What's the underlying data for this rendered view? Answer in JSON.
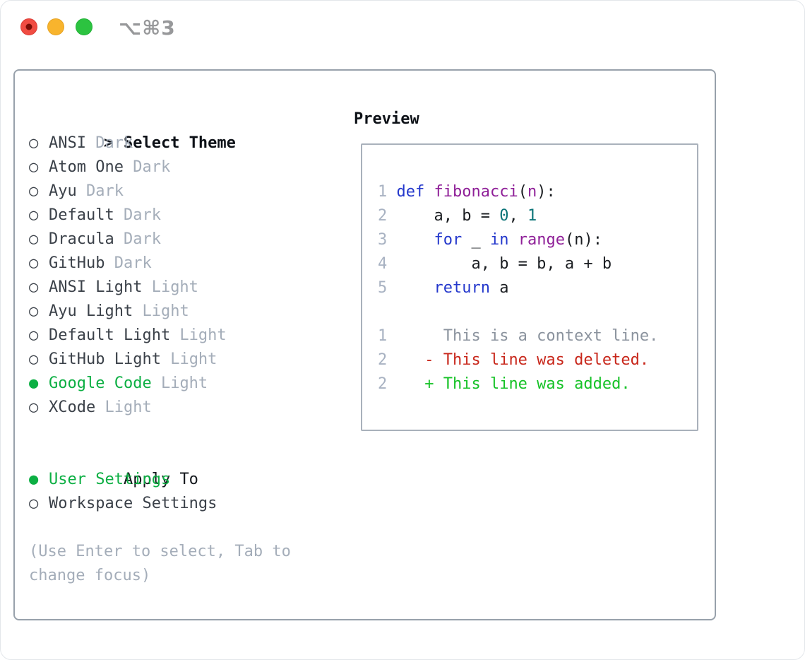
{
  "window": {
    "shortcut_label": "⌥⌘3",
    "traffic_lights": [
      "close",
      "minimize",
      "zoom"
    ]
  },
  "theme_list": {
    "title": "Select Theme",
    "title_marker": ">",
    "unselected_marker": "○",
    "selected_marker": "●",
    "items": [
      {
        "name": "ANSI",
        "variant": "Dark",
        "selected": false
      },
      {
        "name": "Atom One",
        "variant": "Dark",
        "selected": false
      },
      {
        "name": "Ayu",
        "variant": "Dark",
        "selected": false
      },
      {
        "name": "Default",
        "variant": "Dark",
        "selected": false
      },
      {
        "name": "Dracula",
        "variant": "Dark",
        "selected": false
      },
      {
        "name": "GitHub",
        "variant": "Dark",
        "selected": false
      },
      {
        "name": "ANSI Light",
        "variant": "Light",
        "selected": false
      },
      {
        "name": "Ayu Light",
        "variant": "Light",
        "selected": false
      },
      {
        "name": "Default Light",
        "variant": "Light",
        "selected": false
      },
      {
        "name": "GitHub Light",
        "variant": "Light",
        "selected": false
      },
      {
        "name": "Google Code",
        "variant": "Light",
        "selected": true
      },
      {
        "name": "XCode",
        "variant": "Light",
        "selected": false
      }
    ]
  },
  "apply_to": {
    "title": "Apply To",
    "options": [
      {
        "name": "User Settings",
        "selected": true
      },
      {
        "name": "Workspace Settings",
        "selected": false
      }
    ]
  },
  "help_lines": [
    "(Use Enter to select, Tab to",
    "change focus)"
  ],
  "preview": {
    "title": "Preview",
    "lines": [
      {
        "tokens": [
          {
            "t": "1 ",
            "c": "ln"
          },
          {
            "t": "def",
            "c": "kw"
          },
          {
            "t": " ",
            "c": "plain"
          },
          {
            "t": "fibonacci",
            "c": "fn"
          },
          {
            "t": "(",
            "c": "plain"
          },
          {
            "t": "n",
            "c": "fn"
          },
          {
            "t": "):",
            "c": "plain"
          }
        ]
      },
      {
        "tokens": [
          {
            "t": "2 ",
            "c": "ln"
          },
          {
            "t": "    a, b = ",
            "c": "plain"
          },
          {
            "t": "0",
            "c": "num"
          },
          {
            "t": ", ",
            "c": "plain"
          },
          {
            "t": "1",
            "c": "num"
          }
        ]
      },
      {
        "tokens": [
          {
            "t": "3 ",
            "c": "ln"
          },
          {
            "t": "    ",
            "c": "plain"
          },
          {
            "t": "for",
            "c": "kw"
          },
          {
            "t": " _ ",
            "c": "plain"
          },
          {
            "t": "in",
            "c": "kw"
          },
          {
            "t": " ",
            "c": "plain"
          },
          {
            "t": "range",
            "c": "fn"
          },
          {
            "t": "(n):",
            "c": "plain"
          }
        ]
      },
      {
        "tokens": [
          {
            "t": "4 ",
            "c": "ln"
          },
          {
            "t": "        a, b = b, a + b",
            "c": "plain"
          }
        ]
      },
      {
        "tokens": [
          {
            "t": "5 ",
            "c": "ln"
          },
          {
            "t": "    ",
            "c": "plain"
          },
          {
            "t": "return",
            "c": "kw"
          },
          {
            "t": " a",
            "c": "plain"
          }
        ]
      },
      {
        "tokens": []
      },
      {
        "tokens": [
          {
            "t": "1 ",
            "c": "ln"
          },
          {
            "t": "     This is a context line.",
            "c": "ctx"
          }
        ]
      },
      {
        "tokens": [
          {
            "t": "2 ",
            "c": "ln"
          },
          {
            "t": "   - This line was deleted.",
            "c": "del"
          }
        ]
      },
      {
        "tokens": [
          {
            "t": "2 ",
            "c": "ln"
          },
          {
            "t": "   + This line was added.",
            "c": "add"
          }
        ]
      }
    ]
  },
  "colors": {
    "selection_green": "#0caf43",
    "added_green": "#15c226",
    "deleted_red": "#c8271b",
    "keyword_blue": "#2438cc",
    "function_purple": "#8f2098",
    "number_teal": "#0b7478",
    "muted_gray": "#a4adb9",
    "line_number_gray": "#a8b2c2",
    "text_dark": "#3b4149",
    "panel_border": "#98a1ab",
    "traffic_red": "#f04c42",
    "traffic_yellow": "#f8b42d",
    "traffic_green": "#2cc340"
  }
}
